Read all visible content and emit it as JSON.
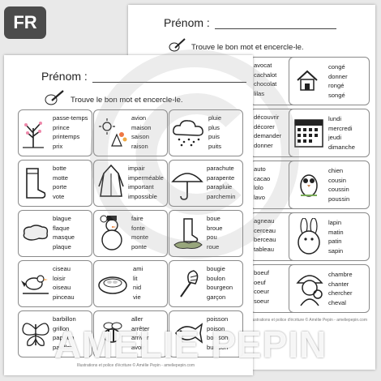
{
  "badge": {
    "lang": "FR"
  },
  "name_label": "Prénom :",
  "instruction": "Trouve le bon mot et encercle-le.",
  "brand": "AMELIE PEPIN",
  "back_footer": "Illustrations et police d'écriture © Amélie Pepin - ameliepepin.com",
  "front_footer": "Illustrations et police d'écriture © Amélie Pepin - ameliepepin.com",
  "back_sheet": {
    "cards": [
      {
        "icon": "",
        "words": [
          "avocat",
          "cachalot",
          "chocolat",
          "lilas"
        ]
      },
      {
        "icon": "house-icon",
        "words": [
          "congé",
          "donner",
          "rongé",
          "songé"
        ]
      },
      {
        "icon": "",
        "words": [
          "découvrir",
          "décorer",
          "demander",
          "donner"
        ]
      },
      {
        "icon": "calendar-icon",
        "words": [
          "lundi",
          "mercredi",
          "jeudi",
          "dimanche"
        ]
      },
      {
        "icon": "",
        "words": [
          "auto",
          "cacao",
          "lolo",
          "lavo"
        ]
      },
      {
        "icon": "owl-icon",
        "words": [
          "chien",
          "cousin",
          "coussin",
          "poussin"
        ]
      },
      {
        "icon": "",
        "words": [
          "agneau",
          "cerceau",
          "berceau",
          "tableau"
        ]
      },
      {
        "icon": "rabbit-icon",
        "words": [
          "lapin",
          "matin",
          "patin",
          "sapin"
        ]
      },
      {
        "icon": "",
        "words": [
          "boeuf",
          "oeuf",
          "coeur",
          "soeur"
        ]
      },
      {
        "icon": "detective-icon",
        "words": [
          "chambre",
          "chanter",
          "chercher",
          "cheval"
        ]
      }
    ]
  },
  "front_sheet": {
    "cards": [
      {
        "icon": "tree-icon",
        "words": [
          "passe-temps",
          "prince",
          "printemps",
          "prix"
        ]
      },
      {
        "icon": "sun-icon",
        "words": [
          "avion",
          "maison",
          "saison",
          "raison"
        ]
      },
      {
        "icon": "rain-cloud-icon",
        "words": [
          "pluie",
          "plus",
          "puis",
          "puits"
        ]
      },
      {
        "icon": "boot-icon",
        "words": [
          "botte",
          "motte",
          "porte",
          "vote"
        ]
      },
      {
        "icon": "raincoat-icon",
        "words": [
          "impair",
          "imperméable",
          "important",
          "impossible"
        ]
      },
      {
        "icon": "umbrella-icon",
        "words": [
          "parachute",
          "parapente",
          "parapluie",
          "parchemin"
        ]
      },
      {
        "icon": "puddle-icon",
        "words": [
          "blague",
          "flaque",
          "masque",
          "plaque"
        ]
      },
      {
        "icon": "snowman-icon",
        "words": [
          "faire",
          "fonte",
          "monte",
          "ponte"
        ]
      },
      {
        "icon": "mud-boot-icon",
        "words": [
          "boue",
          "broue",
          "pou",
          "roue"
        ]
      },
      {
        "icon": "bird-icon",
        "words": [
          "ciseau",
          "loisir",
          "oiseau",
          "pinceau"
        ]
      },
      {
        "icon": "nest-icon",
        "words": [
          "ami",
          "lit",
          "nid",
          "vie"
        ]
      },
      {
        "icon": "bud-icon",
        "words": [
          "bougie",
          "boulon",
          "bourgeon",
          "garçon"
        ]
      },
      {
        "icon": "butterfly-icon",
        "words": [
          "barbillon",
          "grillon",
          "papillon",
          "pavillon"
        ]
      },
      {
        "icon": "bee-icon",
        "words": [
          "aller",
          "arrêter",
          "arriver",
          "avoir"
        ]
      },
      {
        "icon": "fish-icon",
        "words": [
          "poisson",
          "poison",
          "boisson",
          "buisson"
        ]
      }
    ]
  }
}
